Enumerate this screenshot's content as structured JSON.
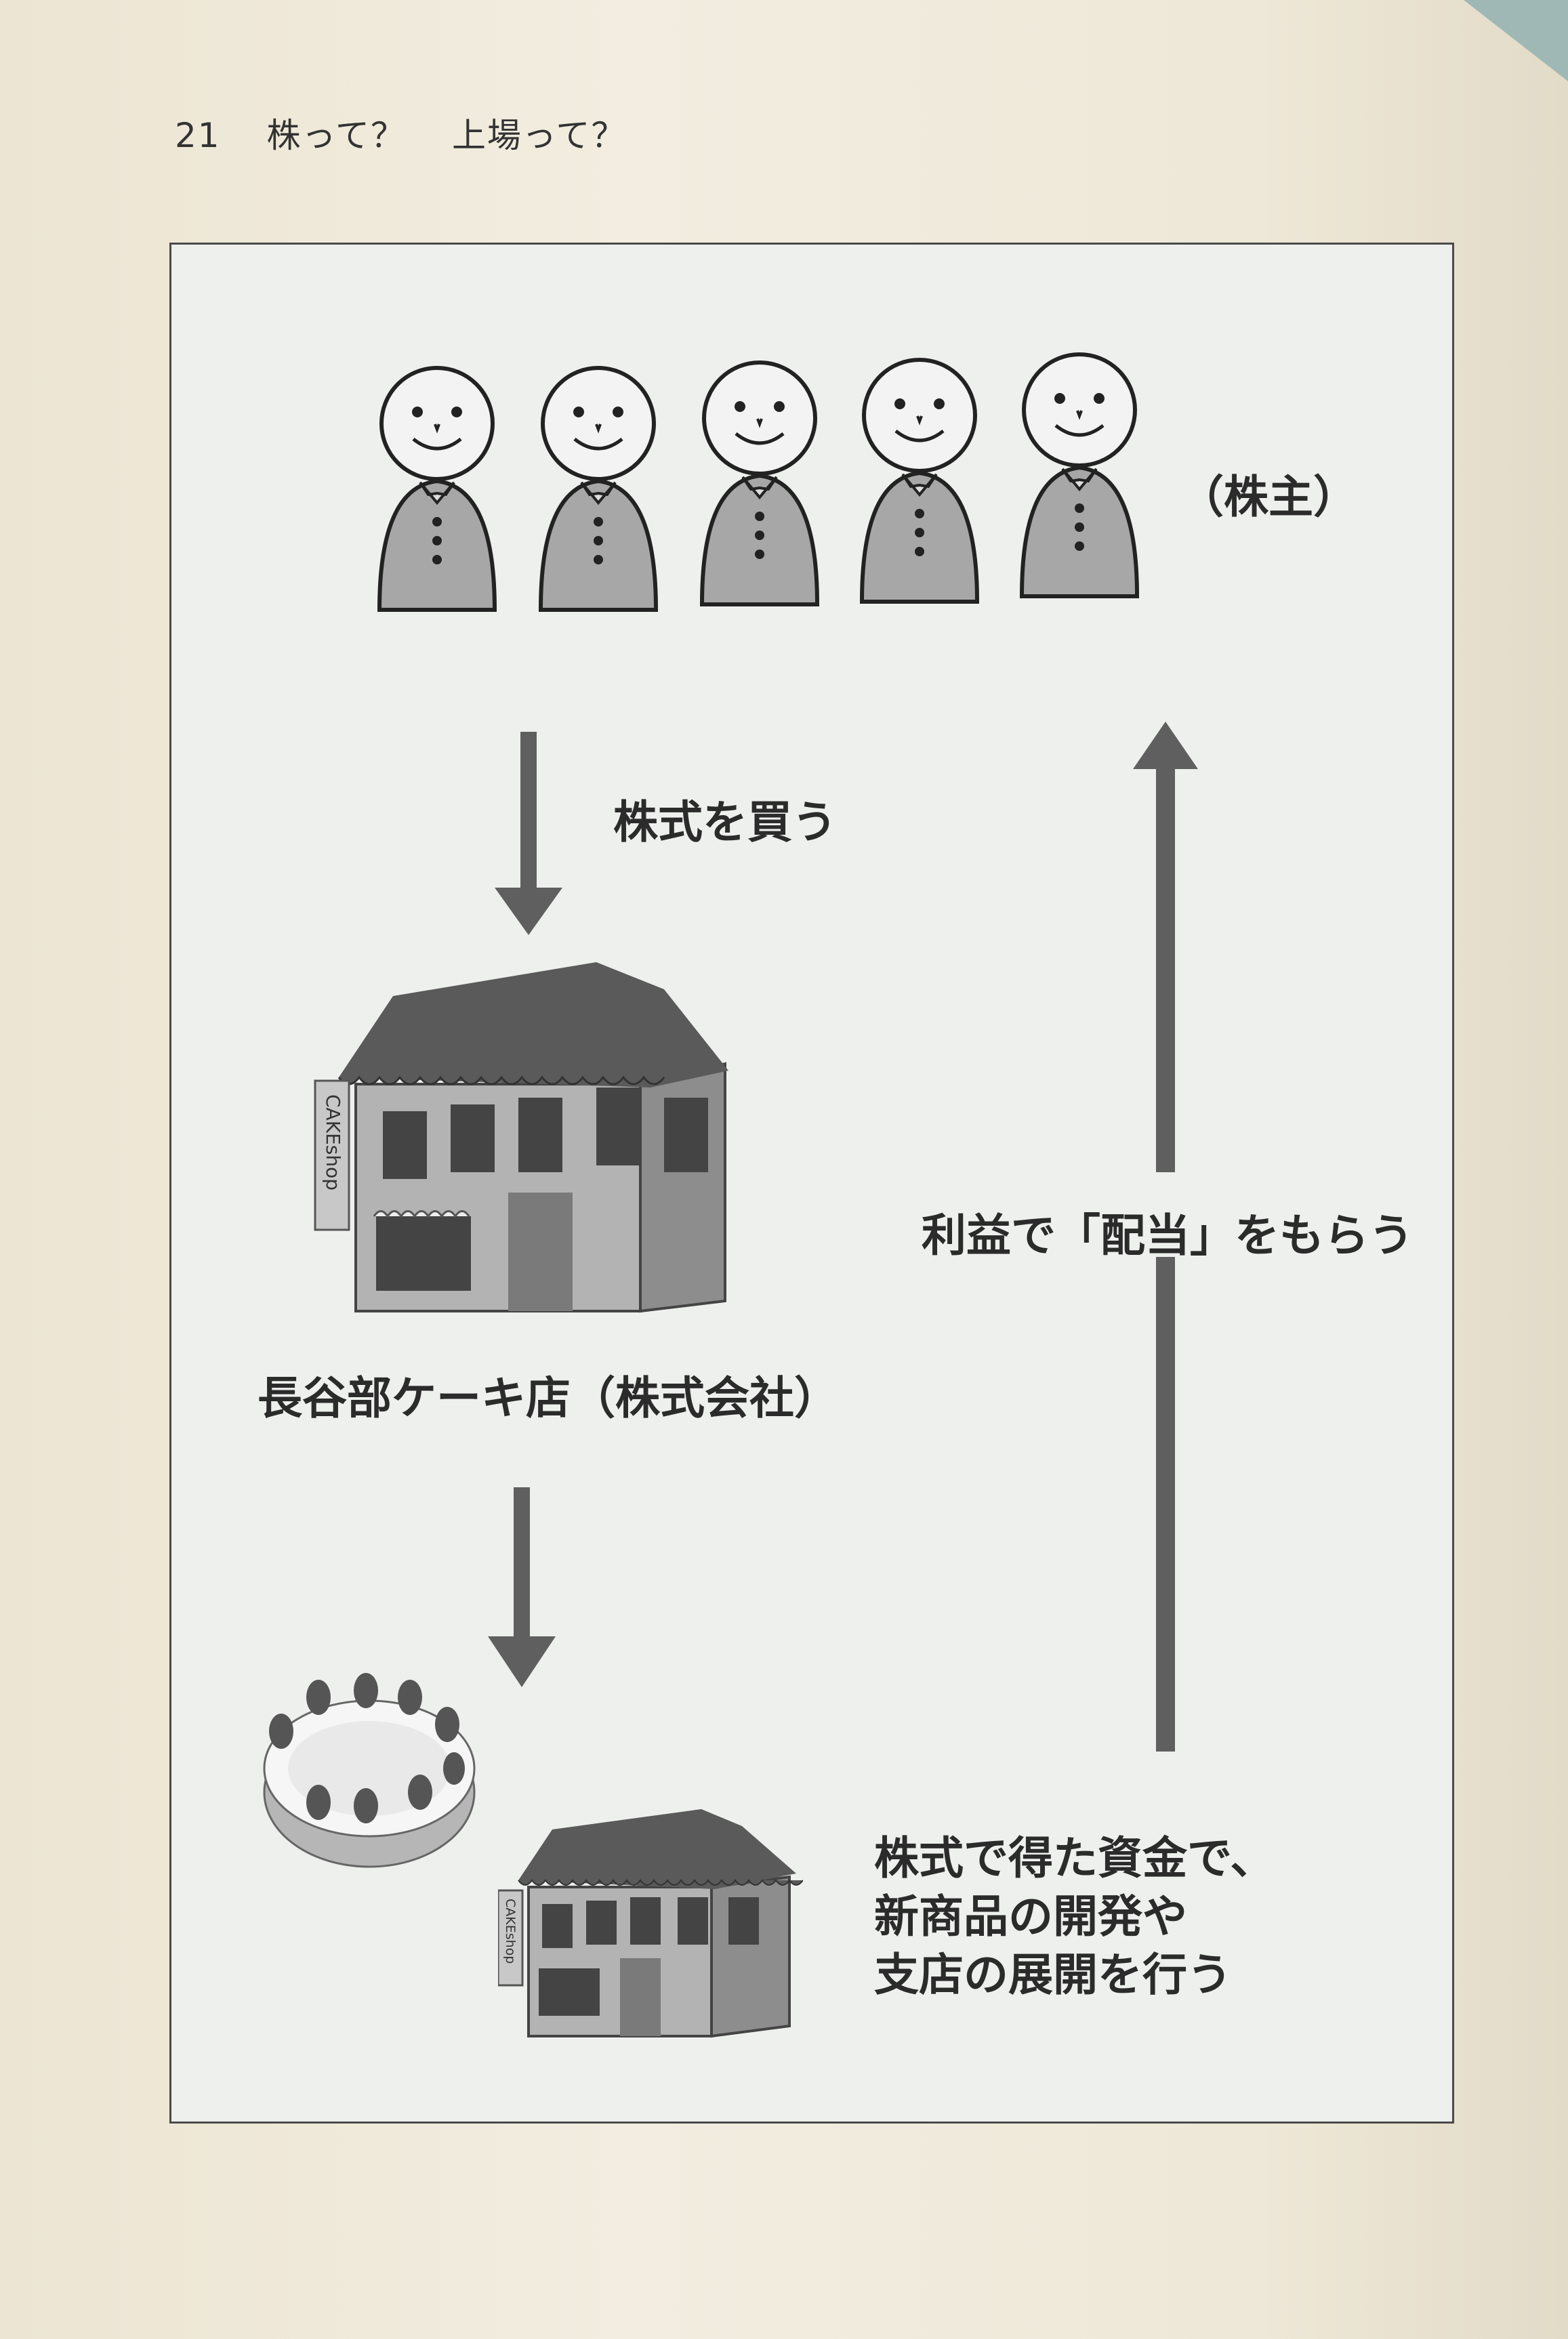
{
  "header": {
    "page_number": "21",
    "title_1": "株って？",
    "title_2": "上場って？"
  },
  "diagram": {
    "shareholders_label": "（株主）",
    "buy_label": "株式を買う",
    "dividend_label": "利益で「配当」をもらう",
    "company_label": "長谷部ケーキ店（株式会社）",
    "shop_sign": "CAKEshop",
    "funds_line1": "株式で得た資金で、",
    "funds_line2": "新商品の開発や",
    "funds_line3": "支店の展開を行う"
  },
  "colors": {
    "figure_fill": "#a7a7a7",
    "arrow": "#5f5f5f",
    "roof": "#5a5a5a",
    "building": "#b3b3b3"
  }
}
